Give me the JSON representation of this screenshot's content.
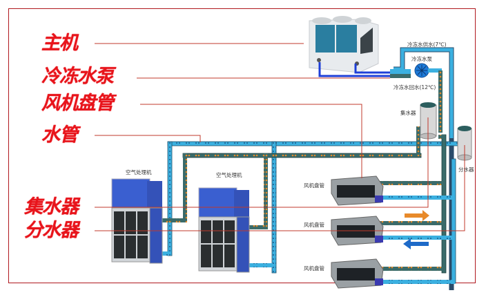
{
  "labels": {
    "host": "主机",
    "chilled_water_pump": "冷冻水泵",
    "fan_coil": "风机盘管",
    "water_pipe": "水管",
    "water_collector": "集水器",
    "water_distributor": "分水器"
  },
  "diagram_text": {
    "supply_water": "冷冻水供水(7℃)",
    "pump": "冷冻水泵",
    "return_water": "冷冻水回水(12℃)",
    "collector": "集水器",
    "distributor": "分水器",
    "ahu_1": "空气处理机",
    "ahu_2": "空气处理机",
    "fcu_1": "风机盘管",
    "fcu_2": "风机盘管",
    "fcu_3": "风机盘管"
  },
  "colors": {
    "label_red": "#e8141b",
    "frame_red": "#b0181e",
    "supply_pipe": "#3bb0e0",
    "return_pipe": "#3a6b6a",
    "flow_orange": "#e88a2a",
    "ahu_blue": "#3557c8"
  }
}
